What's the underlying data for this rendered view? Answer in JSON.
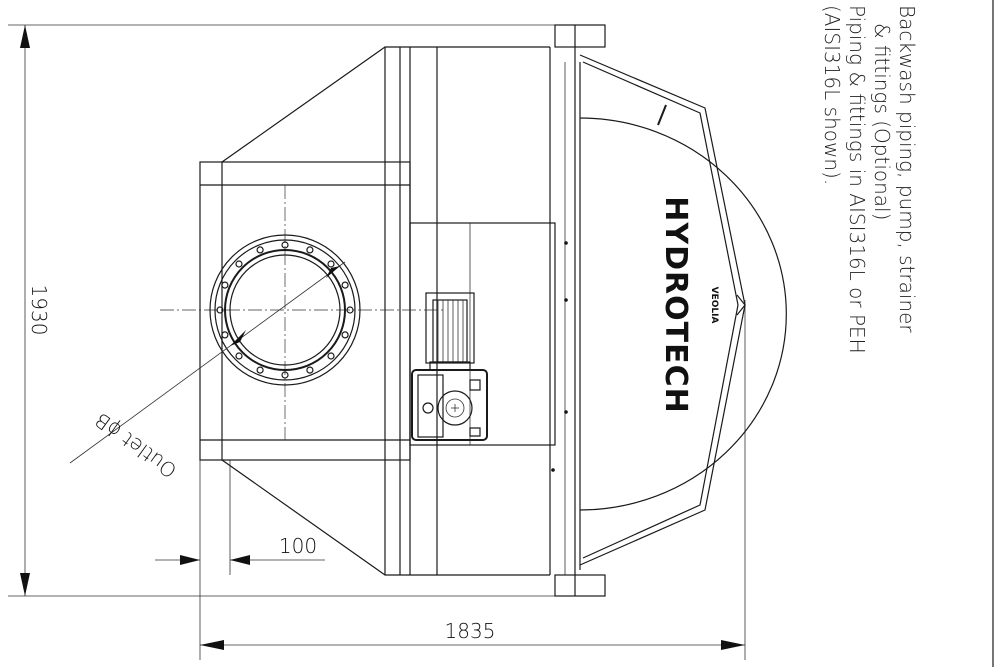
{
  "dimensions": {
    "height": "1930",
    "width": "1835",
    "offset": "100",
    "outlet": "Outlet ϕB"
  },
  "notes": [
    "Backwash piping, pump, strainer",
    "& fittings (Optional)",
    "Piping & fittings in AISI316L or PEH",
    "(AISI316L shown)."
  ],
  "brand": {
    "name": "HYDROTECH",
    "sub": "VEOLIA"
  },
  "colors": {
    "line": "#1a1a1a",
    "background": "#ffffff"
  }
}
